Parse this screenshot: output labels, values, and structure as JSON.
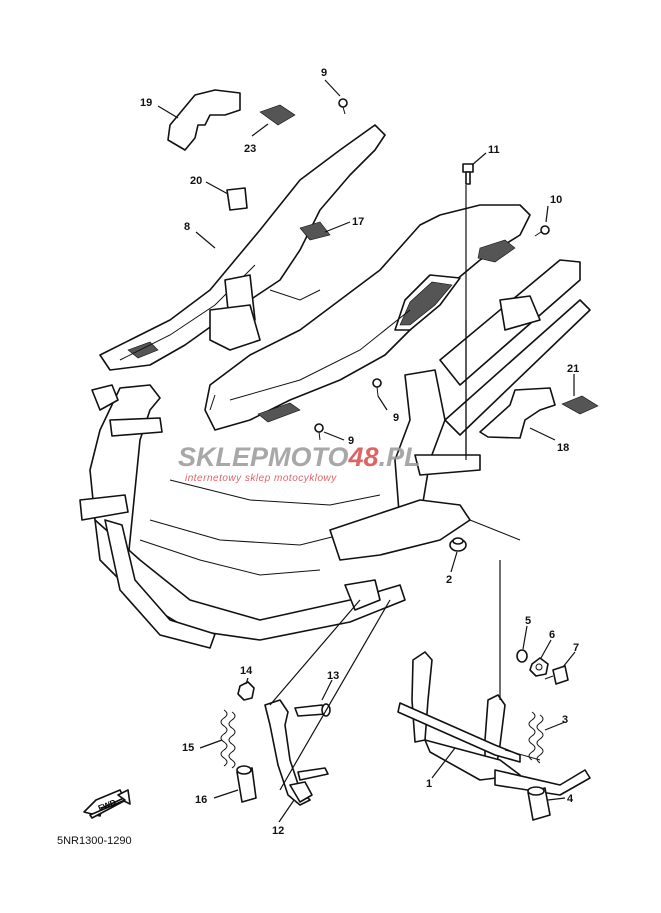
{
  "callouts": [
    {
      "id": "p1",
      "label": "1"
    },
    {
      "id": "p2",
      "label": "2"
    },
    {
      "id": "p3",
      "label": "3"
    },
    {
      "id": "p4",
      "label": "4"
    },
    {
      "id": "p5",
      "label": "5"
    },
    {
      "id": "p6",
      "label": "6"
    },
    {
      "id": "p7",
      "label": "7"
    },
    {
      "id": "p8",
      "label": "8"
    },
    {
      "id": "p9a",
      "label": "9"
    },
    {
      "id": "p9b",
      "label": "9"
    },
    {
      "id": "p9c",
      "label": "9"
    },
    {
      "id": "p10",
      "label": "10"
    },
    {
      "id": "p11",
      "label": "11"
    },
    {
      "id": "p12",
      "label": "12"
    },
    {
      "id": "p13",
      "label": "13"
    },
    {
      "id": "p14",
      "label": "14"
    },
    {
      "id": "p15",
      "label": "15"
    },
    {
      "id": "p16",
      "label": "16"
    },
    {
      "id": "p17",
      "label": "17"
    },
    {
      "id": "p18",
      "label": "18"
    },
    {
      "id": "p19",
      "label": "19"
    },
    {
      "id": "p20",
      "label": "20"
    },
    {
      "id": "p21",
      "label": "21"
    },
    {
      "id": "p23",
      "label": "23"
    }
  ],
  "watermark": {
    "brand_part1": "SKLEP",
    "brand_part2": "MOTO",
    "brand_part3": "48",
    "brand_part4": ".PL",
    "tagline": "internetowy sklep motocyklowy",
    "color_gray": "#9a9a9a",
    "color_red": "#d94a4a"
  },
  "fwd_label": "FWD",
  "diagram_code": "5NR1300-1290"
}
